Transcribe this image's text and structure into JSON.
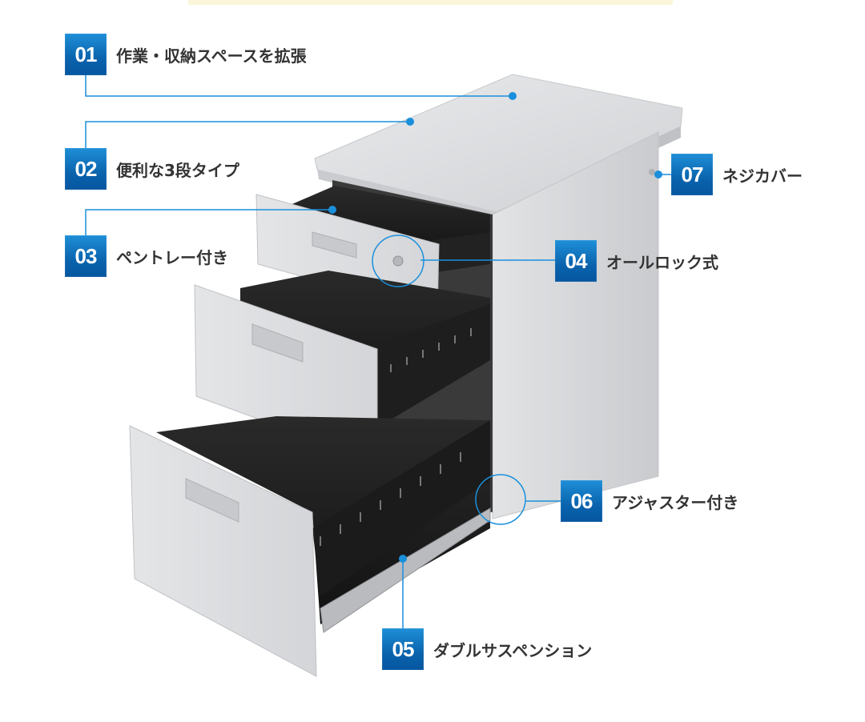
{
  "callouts": [
    {
      "id": "01",
      "label": "作業・収納スペースを拡張"
    },
    {
      "id": "02",
      "label": "便利な3段タイプ"
    },
    {
      "id": "03",
      "label": "ペントレー付き"
    },
    {
      "id": "04",
      "label": "オールロック式"
    },
    {
      "id": "05",
      "label": "ダブルサスペンション"
    },
    {
      "id": "06",
      "label": "アジャスター付き"
    },
    {
      "id": "07",
      "label": "ネジカバー"
    }
  ],
  "colors": {
    "badge": "#0a63ad",
    "line": "#1a8fdc",
    "label": "#333333",
    "cabinet": "#d9dadc",
    "drawer_interior": "#1c1c1c"
  }
}
